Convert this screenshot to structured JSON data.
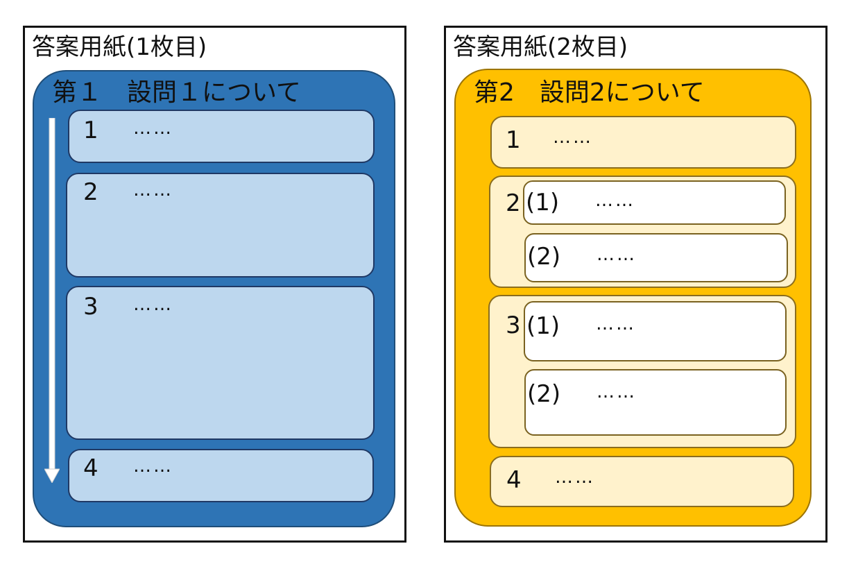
{
  "sheet1": {
    "title": "答案用紙(1枚目)",
    "panel_title": "第１　設問１について",
    "panel_color": "#2e74b5",
    "items": [
      {
        "num": "1",
        "dots": "……"
      },
      {
        "num": "2",
        "dots": "……"
      },
      {
        "num": "3",
        "dots": "……"
      },
      {
        "num": "4",
        "dots": "……"
      }
    ]
  },
  "sheet2": {
    "title": "答案用紙(2枚目)",
    "panel_title": "第2　設問2について",
    "panel_color": "#ffc000",
    "items": [
      {
        "num": "1",
        "dots": "……"
      },
      {
        "num": "2",
        "subs": [
          {
            "label": "(1)",
            "dots": "……"
          },
          {
            "label": "(2)",
            "dots": "……"
          }
        ]
      },
      {
        "num": "3",
        "subs": [
          {
            "label": "(1)",
            "dots": "……"
          },
          {
            "label": "(2)",
            "dots": "……"
          }
        ]
      },
      {
        "num": "4",
        "dots": "……"
      }
    ]
  }
}
